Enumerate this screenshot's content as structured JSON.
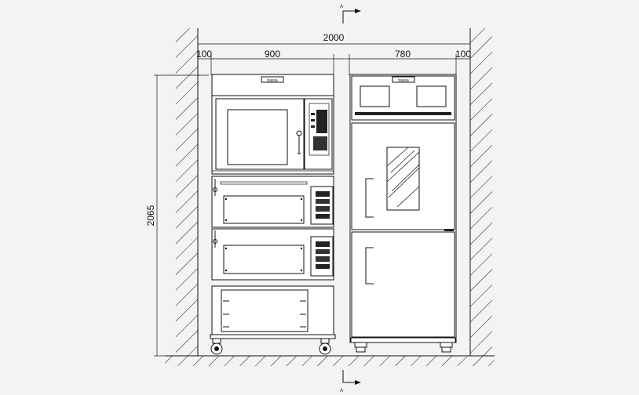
{
  "section_marks": {
    "top": "A",
    "bottom": "A"
  },
  "dimensions": {
    "total_width": "2000",
    "left_gap": "100",
    "left_unit_width": "900",
    "right_unit_width": "780",
    "right_gap": "100",
    "height": "2065"
  },
  "brand": {
    "left_unit": "bassa",
    "right_unit": "bassa"
  },
  "colors": {
    "line": "#111111",
    "background": "#f3f3f3",
    "panel": "#ffffff"
  }
}
